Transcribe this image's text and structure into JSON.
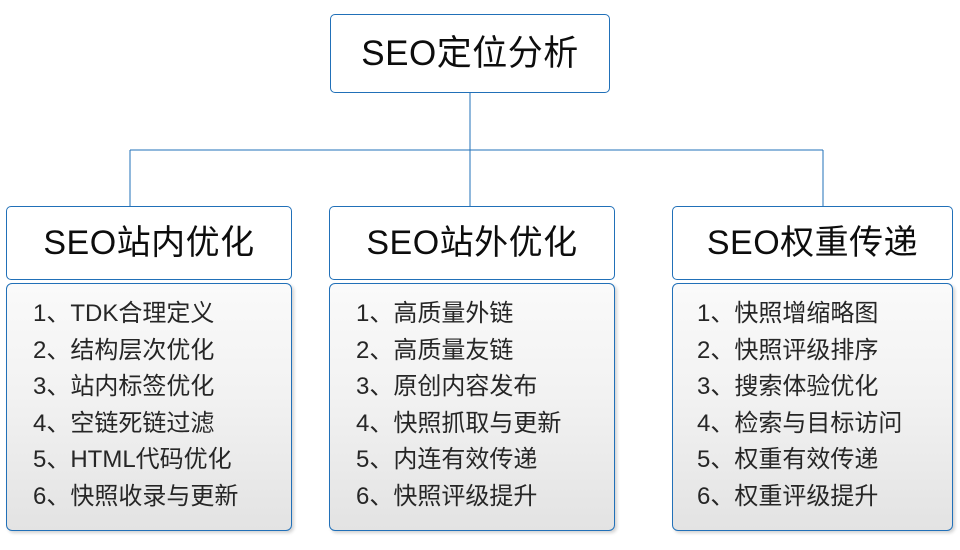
{
  "diagram": {
    "type": "org-tree",
    "root": {
      "label": "SEO定位分析"
    },
    "branches": [
      {
        "header": "SEO站内优化",
        "items": [
          "1、TDK合理定义",
          "2、结构层次优化",
          "3、站内标签优化",
          "4、空链死链过滤",
          "5、HTML代码优化",
          "6、快照收录与更新"
        ]
      },
      {
        "header": "SEO站外优化",
        "items": [
          "1、高质量外链",
          "2、高质量友链",
          "3、原创内容发布",
          "4、快照抓取与更新",
          "5、内连有效传递",
          "6、快照评级提升"
        ]
      },
      {
        "header": "SEO权重传递",
        "items": [
          "1、快照增缩略图",
          "2、快照评级排序",
          "3、搜索体验优化",
          "4、检索与目标访问",
          "5、权重有效传递",
          "6、权重评级提升"
        ]
      }
    ],
    "colors": {
      "border": "#2170b8",
      "connector": "#2170b8",
      "header_fill": "#ffffff",
      "body_fill": "#eeeeee",
      "text": "#1a1a1a"
    }
  }
}
